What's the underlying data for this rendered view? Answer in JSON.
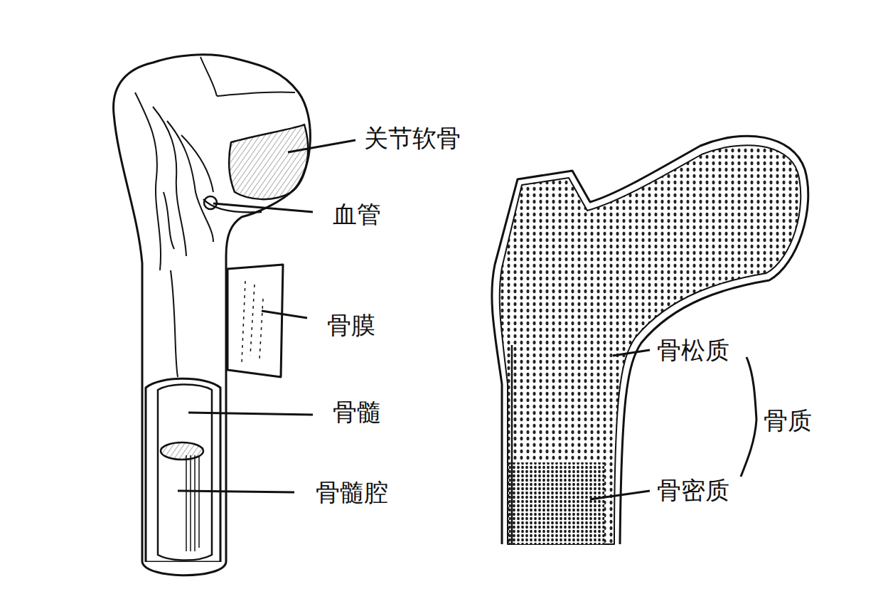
{
  "diagram": {
    "labels": [
      "关节软骨",
      "血管",
      "骨膜",
      "骨髓",
      "骨髓腔",
      "骨松质",
      "骨质",
      "骨密质"
    ]
  }
}
